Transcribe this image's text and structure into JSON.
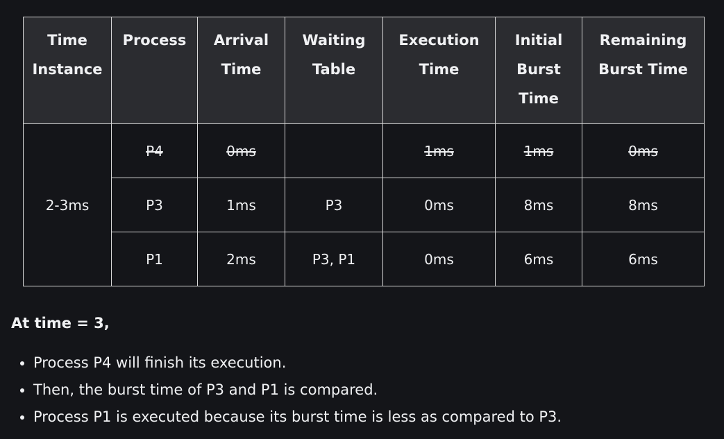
{
  "table": {
    "headers": [
      "Time Instance",
      "Process",
      "Arrival Time",
      "Waiting Table",
      "Execution Time",
      "Initial Burst Time",
      "Remaining Burst Time"
    ],
    "time_instance": "2-3ms",
    "rows": [
      {
        "process": "P4",
        "arrival": "0ms",
        "waiting": "",
        "execution": "1ms",
        "initial_burst": "1ms",
        "remaining_burst": "0ms",
        "struck": true
      },
      {
        "process": "P3",
        "arrival": "1ms",
        "waiting": "P3",
        "execution": "0ms",
        "initial_burst": "8ms",
        "remaining_burst": "8ms",
        "struck": false
      },
      {
        "process": "P1",
        "arrival": "2ms",
        "waiting": "P3, P1",
        "execution": "0ms",
        "initial_burst": "6ms",
        "remaining_burst": "6ms",
        "struck": false
      }
    ]
  },
  "section": {
    "heading": "At time = 3,",
    "bullets": [
      "Process P4 will finish its execution.",
      "Then, the burst time of P3 and P1 is compared.",
      "Process P1 is executed because its burst time is less as compared to P3."
    ]
  }
}
